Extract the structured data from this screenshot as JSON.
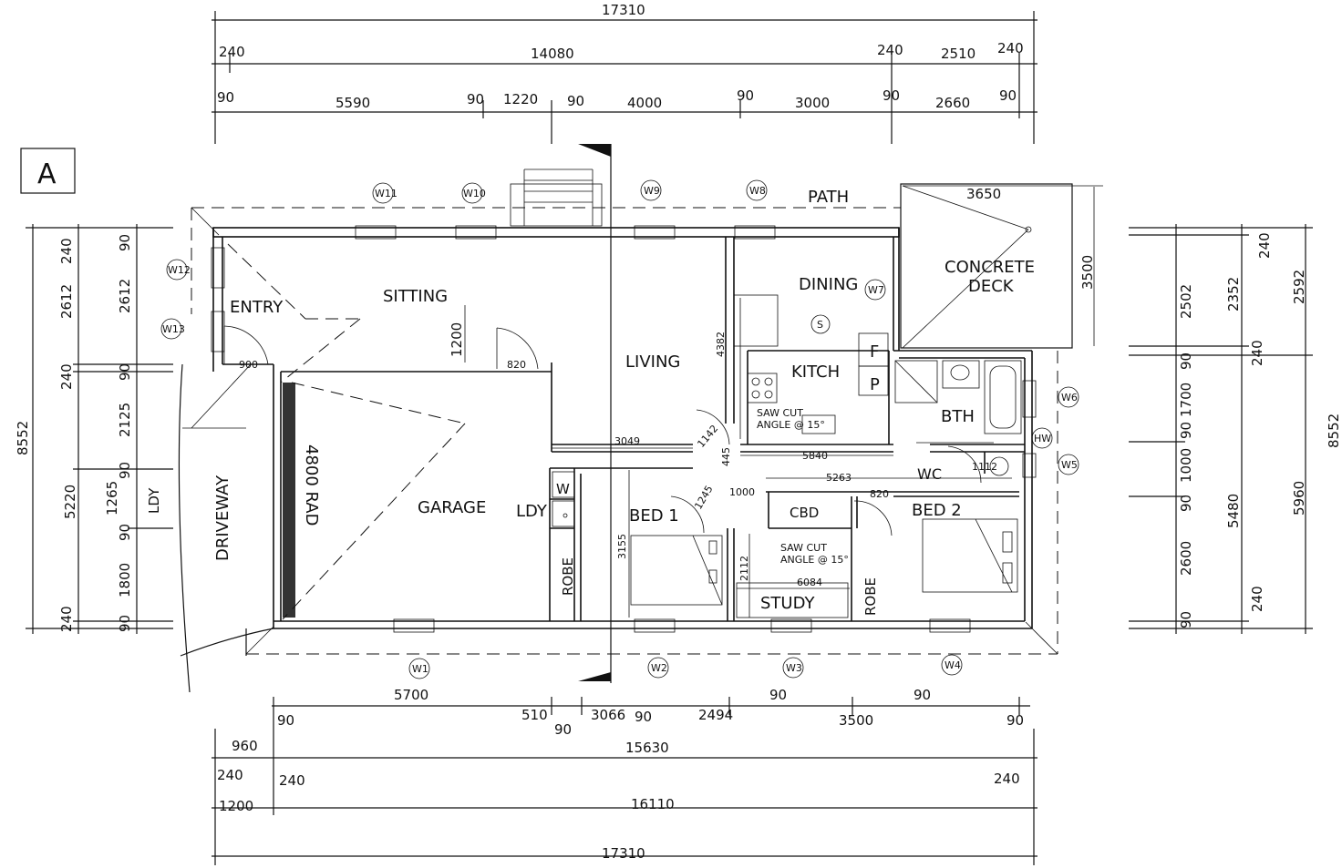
{
  "section_label": "A",
  "rooms": {
    "entry": "ENTRY",
    "sitting": "SITTING",
    "living": "LIVING",
    "dining": "DINING",
    "kitch": "KITCH",
    "bth": "BTH",
    "garage": "GARAGE",
    "ldy": "LDY",
    "ldy_side": "LDY",
    "bed1": "BED 1",
    "bed2": "BED 2",
    "study": "STUDY",
    "cbd": "CBD",
    "robe1": "ROBE",
    "robe2": "ROBE",
    "driveway": "DRIVEWAY",
    "path": "PATH",
    "deck1": "CONCRETE",
    "deck2": "DECK",
    "rad": "4800 RAD",
    "f": "F",
    "p": "P",
    "w": "W",
    "s": "S",
    "wc": "WC",
    "saw1a": "SAW CUT",
    "saw1b": "ANGLE @ 15°",
    "saw2a": "SAW CUT",
    "saw2b": "ANGLE @ 15°"
  },
  "windows": {
    "w1": "W1",
    "w2": "W2",
    "w3": "W3",
    "w4": "W4",
    "w5": "W5",
    "w6": "W6",
    "w7": "W7",
    "w8": "W8",
    "w9": "W9",
    "w10": "W10",
    "w11": "W11",
    "w12": "W12",
    "w13": "W13",
    "hw": "HW"
  },
  "dims_top": {
    "overall": "17310",
    "r1a": "240",
    "r1b": "14080",
    "r1c": "240",
    "r1d": "2510",
    "r1e": "240",
    "r2a": "90",
    "r2b": "5590",
    "r2c": "90",
    "r2d": "1220",
    "r2e": "90",
    "r2f": "4000",
    "r2g": "90",
    "r2h": "3000",
    "r2i": "90",
    "r2j": "2660",
    "r2k": "90"
  },
  "dims_bottom": {
    "r1a": "5700",
    "r1b": "90",
    "r1c": "510",
    "r1d": "90",
    "r1e": "3066",
    "r1f": "90",
    "r1g": "2494",
    "r1h": "90",
    "r1i": "3500",
    "r1j": "90",
    "r1k": "90",
    "r2a": "960",
    "r2b": "15630",
    "r3a": "240",
    "r3b": "240",
    "r3c": "240",
    "r4a": "1200",
    "r4b": "16110",
    "overall": "17310"
  },
  "dims_left": {
    "overall": "8552",
    "c1a": "240",
    "c1b": "2612",
    "c1c": "240",
    "c1d": "5220",
    "c1e": "240",
    "c2a": "90",
    "c2b": "2612",
    "c2c": "90",
    "c2d": "2125",
    "c2e": "90",
    "c2f": "1265",
    "c2g": "90",
    "c2h": "1800",
    "c2i": "90",
    "ldy": "LDY"
  },
  "dims_right": {
    "c1a": "2502",
    "c1b": "90",
    "c1c": "1700",
    "c1d": "90",
    "c1e": "1000",
    "c1f": "90",
    "c1g": "2600",
    "c1h": "90",
    "c2a": "2352",
    "c2b": "240",
    "c2c": "5480",
    "c2d": "240",
    "c3a": "240",
    "c3b": "2592",
    "c3c": "5960",
    "overall": "8552"
  },
  "dims_inner": {
    "d1200": "1200",
    "d820a": "820",
    "d900": "900",
    "d3049": "3049",
    "d5840": "5840",
    "d5263": "5263",
    "d4382": "4382",
    "d3155": "3155",
    "d2112": "2112",
    "d6084": "6084",
    "d1000": "1000",
    "d820b": "820",
    "d1142": "1142",
    "d445": "445",
    "d1245": "1245",
    "d1112": "1112",
    "d3650": "3650",
    "d3500": "3500"
  }
}
